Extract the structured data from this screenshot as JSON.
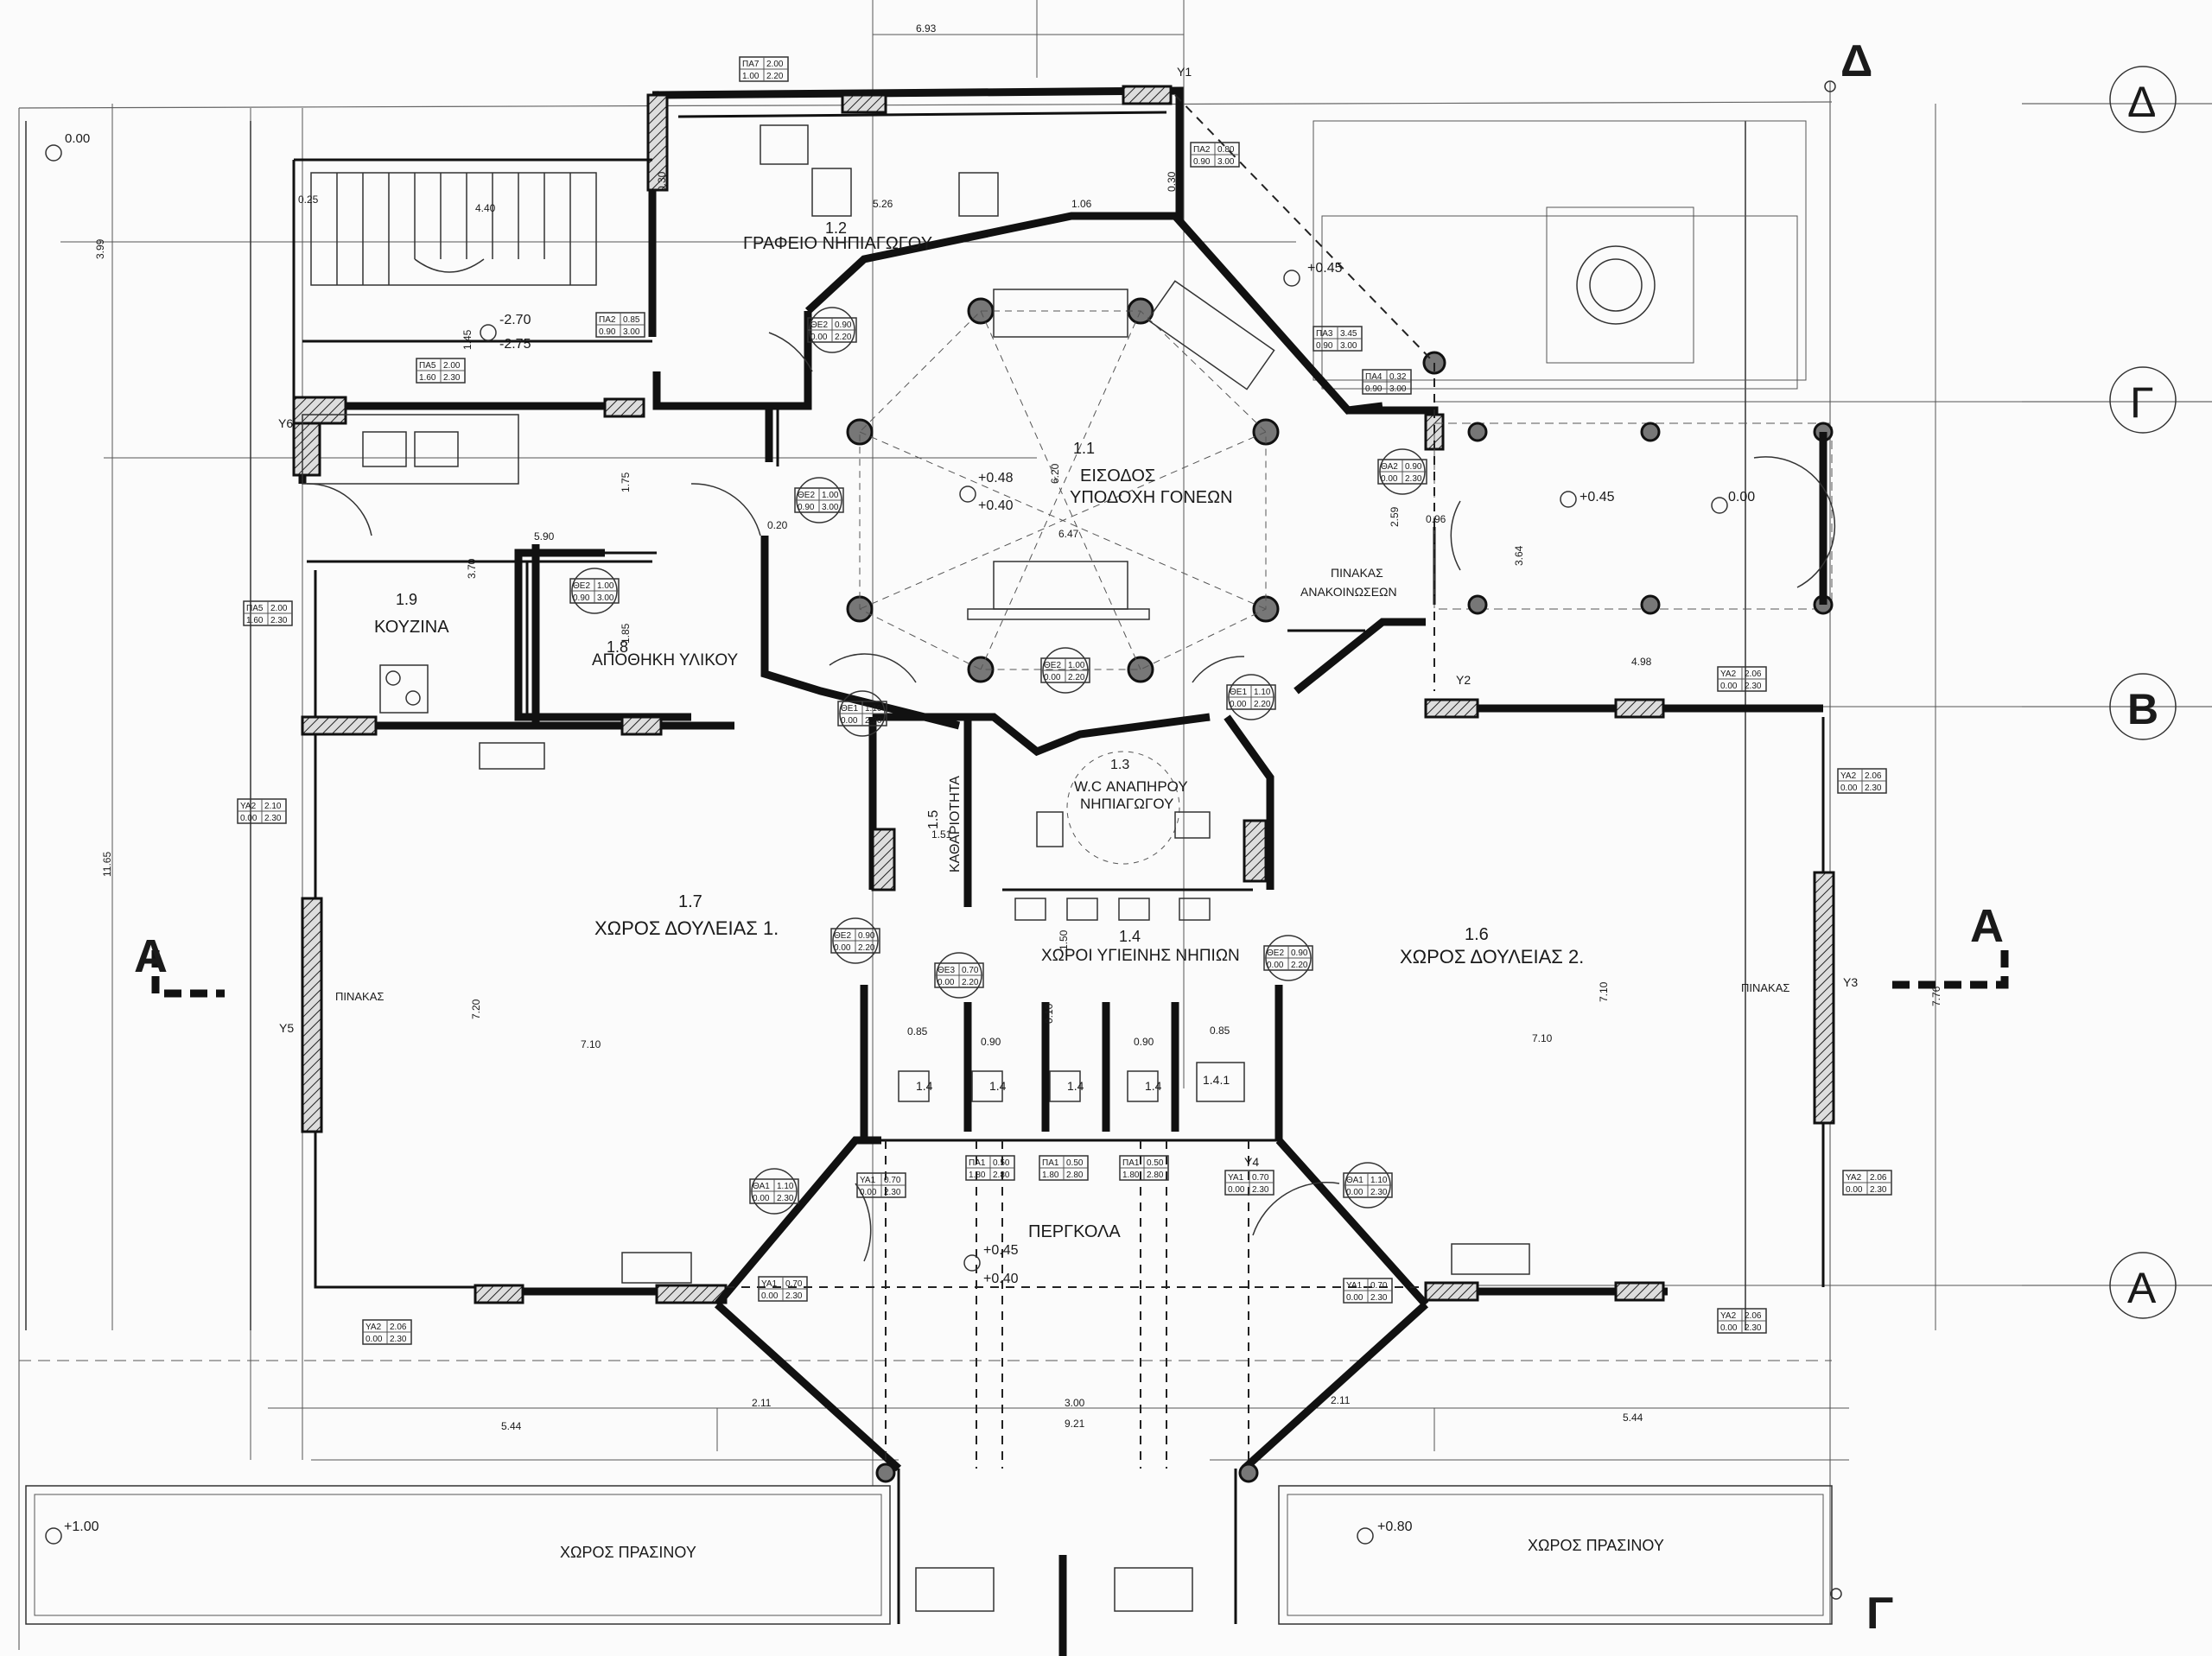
{
  "rooms": {
    "r11": {
      "num": "1.1",
      "name1": "ΕΙΣΟΔΟΣ",
      "name2": "ΥΠΟΔΟΧΗ ΓΟΝΕΩΝ"
    },
    "r12": {
      "num": "1.2",
      "name": "ΓΡΑΦΕΙΟ ΝΗΠΙΑΓΩΓΟΥ"
    },
    "r13": {
      "num": "1.3",
      "name1": "W.C ΑΝΑΠΗΡΟΥ",
      "name2": "ΝΗΠΙΑΓΩΓΟΥ"
    },
    "r14": {
      "num": "1.4",
      "name": "ΧΩΡΟΙ ΥΓΙΕΙΝΗΣ ΝΗΠΙΩΝ"
    },
    "r15": {
      "num": "1.5",
      "name": "ΚΑΘΑΡΙΟΤΗΤΑ"
    },
    "r16": {
      "num": "1.6",
      "name": "ΧΩΡΟΣ ΔΟΥΛΕΙΑΣ 2."
    },
    "r17": {
      "num": "1.7",
      "name": "ΧΩΡΟΣ ΔΟΥΛΕΙΑΣ 1."
    },
    "r18": {
      "num": "1.8",
      "name": "ΑΠΟΘΗΚΗ ΥΛΙΚΟΥ"
    },
    "r19": {
      "num": "1.9",
      "name": "ΚΟΥΖΙΝΑ"
    },
    "pergola": "ΠΕΡΓΚΟΛΑ",
    "green_left": "ΧΩΡΟΣ ΠΡΑΣΙΝΟΥ",
    "green_right": "ΧΩΡΟΣ ΠΡΑΣΙΝΟΥ"
  },
  "panels": {
    "pinakas_left": "ΠΙΝΑΚΑΣ",
    "pinakas_right": "ΠΙΝΑΚΑΣ",
    "pinakas_anak1": "ΠΙΝΑΚΑΣ",
    "pinakas_anak2": "ΑΝΑΚΟΙΝΩΣΕΩΝ"
  },
  "grid_labels": {
    "D_top": "Δ",
    "D_circle": "Δ",
    "G_circle": "Γ",
    "B_circle": "Β",
    "A_circle": "Α",
    "G_bottom": "Γ",
    "section_left": "Α",
    "section_right": "Α"
  },
  "column_tags": {
    "y1": "Υ1",
    "y2": "Υ2",
    "y3": "Υ3",
    "y4": "Υ4",
    "y5": "Υ5",
    "y6": "Υ6"
  },
  "levels": {
    "l_000_tl": "0.00",
    "l_270": "-2.70",
    "l_275": "-2.75",
    "l_045_top": "+0.45",
    "l_048": "+0.48",
    "l_040": "+0.40",
    "l_045_porch": "+0.45",
    "l_000_porch": "0.00",
    "l_045_perg": "+0.45",
    "l_040_perg": "+0.40",
    "l_100": "+1.00",
    "l_080": "+0.80"
  },
  "dimensions": {
    "d693": "6.93",
    "d526": "5.26",
    "d106": "1.06",
    "d440": "4.40",
    "d399": "3.99",
    "d145": "1.45",
    "d590": "5.90",
    "d620": "6.20",
    "d647": "6.47",
    "d370": "3.70",
    "d175": "1.75",
    "d185": "1.85",
    "d259": "2.59",
    "d364": "3.64",
    "d498": "4.98",
    "d1165": "11.65",
    "d720": "7.20",
    "d710_l": "7.10",
    "d710_r": "7.10",
    "d710_rv": "7.10",
    "d776": "7.76",
    "d085_l": "0.85",
    "d090_a": "0.90",
    "d090_b": "0.90",
    "d085_r": "0.85",
    "d150": "1.50",
    "d010": "0.10",
    "d151": "1.51",
    "d211_l": "2.11",
    "d211_r": "2.11",
    "d300": "3.00",
    "d921": "9.21",
    "d544_l": "5.44",
    "d544_r": "5.44",
    "d030_a": "0.30",
    "d030_b": "0.30",
    "d020": "0.20",
    "d025": "0.25",
    "d096": "0.96"
  },
  "tags": [
    {
      "id": "pa7",
      "c1": "ΠΑ7",
      "c2": "2.00",
      "c3": "1.00",
      "c4": "2.20"
    },
    {
      "id": "pa2a",
      "c1": "ΠΑ2",
      "c2": "0.80",
      "c3": "0.90",
      "c4": "3.00"
    },
    {
      "id": "pa2b",
      "c1": "ΠΑ2",
      "c2": "0.85",
      "c3": "0.90",
      "c4": "3.00"
    },
    {
      "id": "pa3",
      "c1": "ΠΑ3",
      "c2": "3.45",
      "c3": "0.90",
      "c4": "3.00"
    },
    {
      "id": "pa4",
      "c1": "ΠΑ4",
      "c2": "0.32",
      "c3": "0.90",
      "c4": "3.00"
    },
    {
      "id": "pa5a",
      "c1": "ΠΑ5",
      "c2": "2.00",
      "c3": "1.60",
      "c4": "2.30"
    },
    {
      "id": "pa5b",
      "c1": "ΠΑ5",
      "c2": "2.00",
      "c3": "1.60",
      "c4": "2.30"
    },
    {
      "id": "ya2_tr",
      "c1": "ΥΑ2",
      "c2": "2.06",
      "c3": "0.00",
      "c4": "2.30"
    },
    {
      "id": "ya2_l",
      "c1": "ΥΑ2",
      "c2": "2.10",
      "c3": "0.00",
      "c4": "2.30"
    },
    {
      "id": "ya2_r",
      "c1": "ΥΑ2",
      "c2": "2.06",
      "c3": "0.00",
      "c4": "2.30"
    },
    {
      "id": "ya2_r2",
      "c1": "ΥΑ2",
      "c2": "2.06",
      "c3": "0.00",
      "c4": "2.30"
    },
    {
      "id": "ya2_bl",
      "c1": "ΥΑ2",
      "c2": "2.06",
      "c3": "0.00",
      "c4": "2.30"
    },
    {
      "id": "ya2_br",
      "c1": "ΥΑ2",
      "c2": "2.06",
      "c3": "0.00",
      "c4": "2.30"
    },
    {
      "id": "ya1_l",
      "c1": "ΥΑ1",
      "c2": "0.70",
      "c3": "0.00",
      "c4": "2.30"
    },
    {
      "id": "ya1_r",
      "c1": "ΥΑ1",
      "c2": "0.70",
      "c3": "0.00",
      "c4": "2.30"
    },
    {
      "id": "ya1_bl",
      "c1": "ΥΑ1",
      "c2": "0.70",
      "c3": "0.00",
      "c4": "2.30"
    },
    {
      "id": "ya1_br",
      "c1": "ΥΑ1",
      "c2": "0.70",
      "c3": "0.00",
      "c4": "2.30"
    },
    {
      "id": "pa1a",
      "c1": "ΠΑ1",
      "c2": "0.50",
      "c3": "1.80",
      "c4": "2.80"
    },
    {
      "id": "pa1b",
      "c1": "ΠΑ1",
      "c2": "0.50",
      "c3": "1.80",
      "c4": "2.80"
    },
    {
      "id": "pa1c",
      "c1": "ΠΑ1",
      "c2": "0.50",
      "c3": "1.80",
      "c4": "2.80"
    }
  ],
  "doors": [
    {
      "id": "te2_a",
      "c1": "ΘΕ2",
      "c2": "0.90",
      "c3": "0.00",
      "c4": "2.20"
    },
    {
      "id": "te2_b",
      "c1": "ΘΕ2",
      "c2": "1.00",
      "c3": "0.90",
      "c4": "3.00"
    },
    {
      "id": "te2_c",
      "c1": "ΘΕ2",
      "c2": "1.00",
      "c3": "0.90",
      "c4": "3.00"
    },
    {
      "id": "ta2",
      "c1": "ΘΑ2",
      "c2": "0.90",
      "c3": "0.00",
      "c4": "2.30"
    },
    {
      "id": "te1_a",
      "c1": "ΘΕ1",
      "c2": "1.10",
      "c3": "0.00",
      "c4": "2.20"
    },
    {
      "id": "te2_d",
      "c1": "ΘΕ2",
      "c2": "1.00",
      "c3": "0.00",
      "c4": "2.20"
    },
    {
      "id": "te1_b",
      "c1": "ΘΕ1",
      "c2": "1.10",
      "c3": "0.00",
      "c4": "2.20"
    },
    {
      "id": "te2_e",
      "c1": "ΘΕ2",
      "c2": "0.90",
      "c3": "0.00",
      "c4": "2.20"
    },
    {
      "id": "te3",
      "c1": "ΘΕ3",
      "c2": "0.70",
      "c3": "0.00",
      "c4": "2.20"
    },
    {
      "id": "te2_f",
      "c1": "ΘΕ2",
      "c2": "0.90",
      "c3": "0.00",
      "c4": "2.20"
    },
    {
      "id": "ta1_l",
      "c1": "ΘΑ1",
      "c2": "1.10",
      "c3": "0.00",
      "c4": "2.30"
    },
    {
      "id": "ta1_r",
      "c1": "ΘΑ1",
      "c2": "1.10",
      "c3": "0.00",
      "c4": "2.30"
    }
  ],
  "wc_labels": [
    "1.4",
    "1.4",
    "1.4",
    "1.4",
    "1.4.1"
  ]
}
